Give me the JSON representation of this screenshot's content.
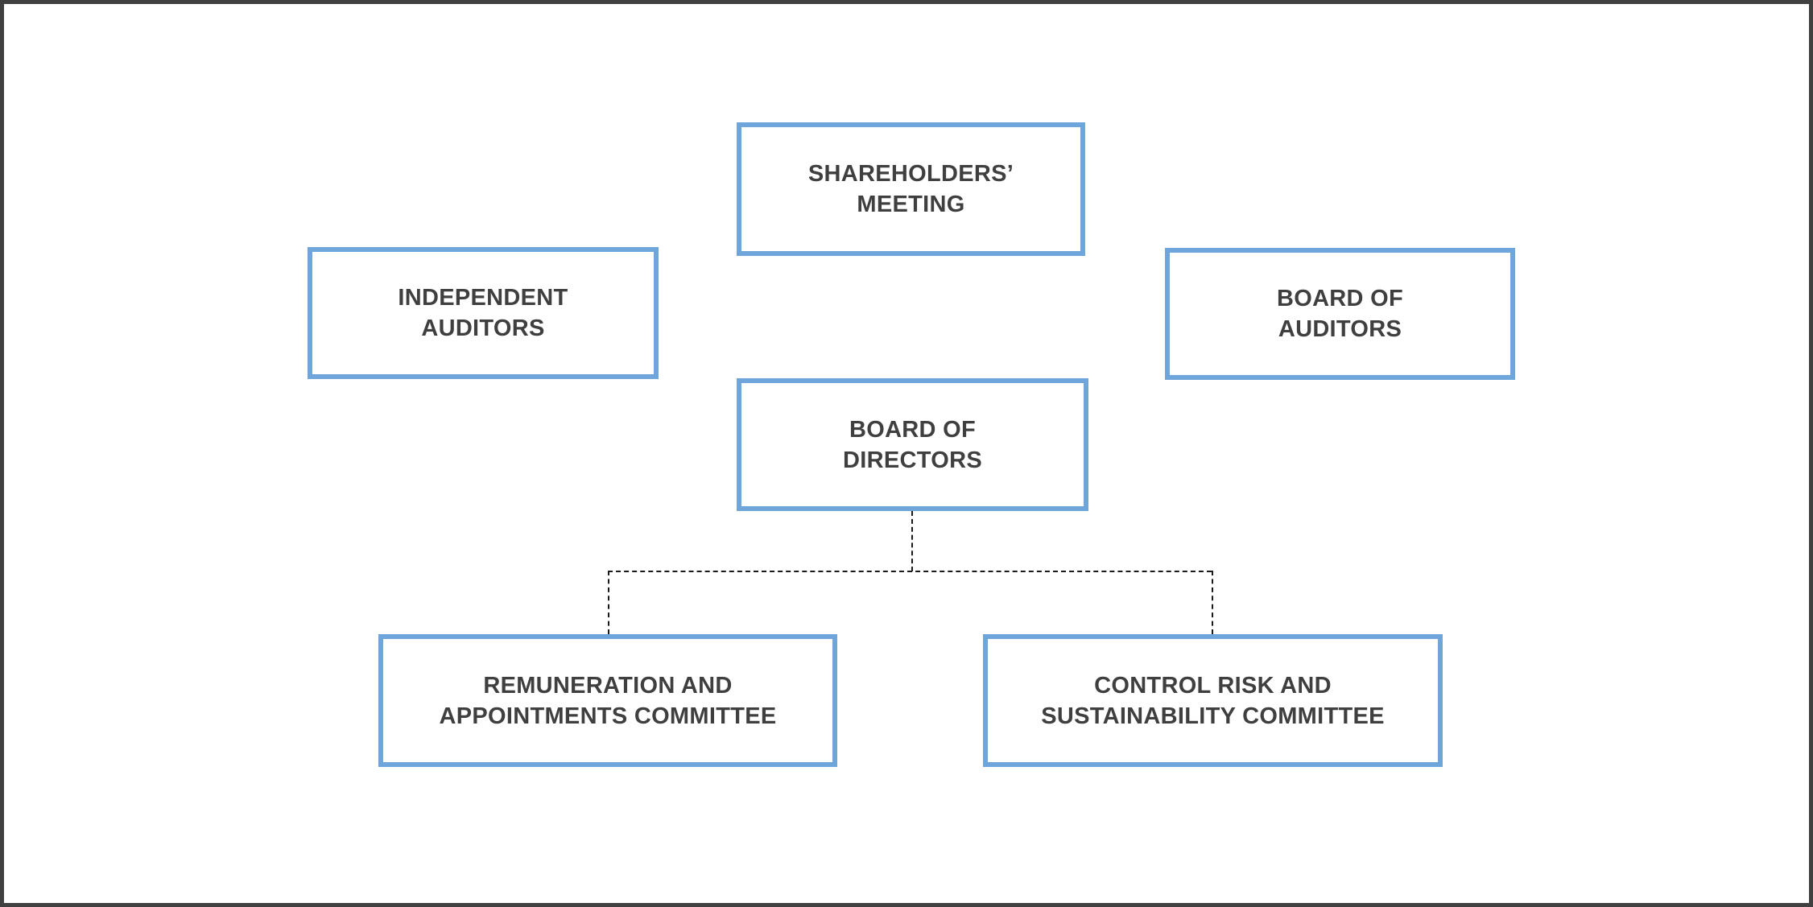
{
  "diagram": {
    "type": "org-chart",
    "colors": {
      "box_border": "#6EA6DC",
      "box_fill": "#FFFFFF",
      "text": "#3F3F3F",
      "connector": "#1A1A1A",
      "canvas_border": "#404040",
      "background": "#FFFFFF"
    },
    "nodes": [
      {
        "id": "shareholders-meeting",
        "label": "SHAREHOLDERS’\nMEETING"
      },
      {
        "id": "independent-auditors",
        "label": "INDEPENDENT\nAUDITORS"
      },
      {
        "id": "board-of-auditors",
        "label": "BOARD OF\nAUDITORS"
      },
      {
        "id": "board-of-directors",
        "label": "BOARD OF\nDIRECTORS"
      },
      {
        "id": "remuneration-appointments-committee",
        "label": "REMUNERATION AND\nAPPOINTMENTS COMMITTEE"
      },
      {
        "id": "control-risk-sustainability-committee",
        "label": "CONTROL RISK AND\nSUSTAINABILITY COMMITTEE"
      }
    ],
    "edges": [
      {
        "from": "board-of-directors",
        "to": "remuneration-appointments-committee",
        "style": "dashed"
      },
      {
        "from": "board-of-directors",
        "to": "control-risk-sustainability-committee",
        "style": "dashed"
      }
    ]
  }
}
